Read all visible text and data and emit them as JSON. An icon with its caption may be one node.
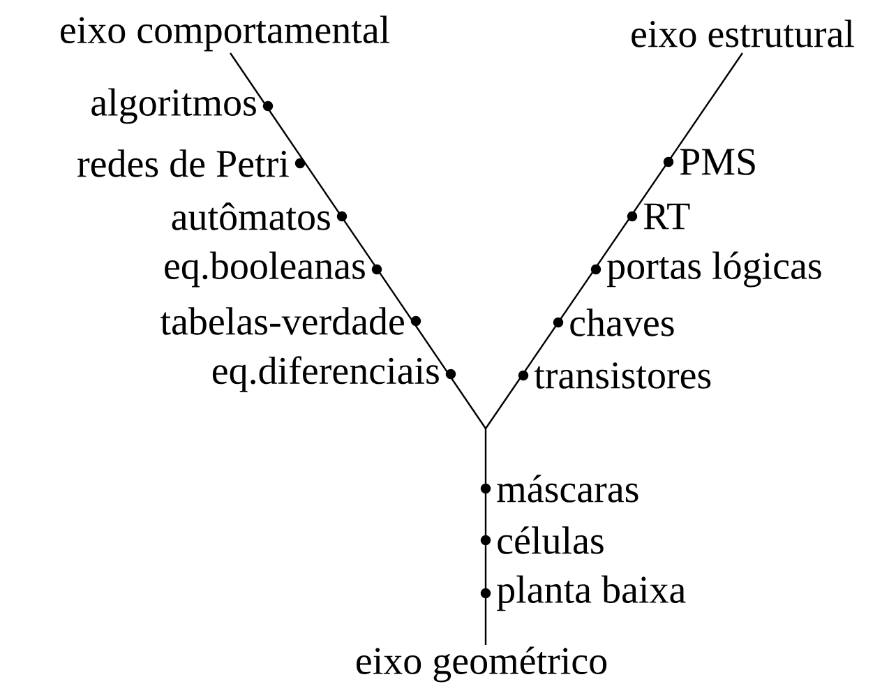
{
  "diagram": {
    "labels": [
      "eixo comportamental",
      "eixo estrutural",
      "algoritmos",
      "redes de Petri",
      "PMS",
      "autômatos",
      "RT",
      "eq.booleanas",
      "portas lógicas",
      "tabelas-verdade",
      "chaves",
      "eq.diferenciais",
      "transistores",
      "máscaras",
      "células",
      "planta baixa",
      "eixo geométrico"
    ]
  }
}
